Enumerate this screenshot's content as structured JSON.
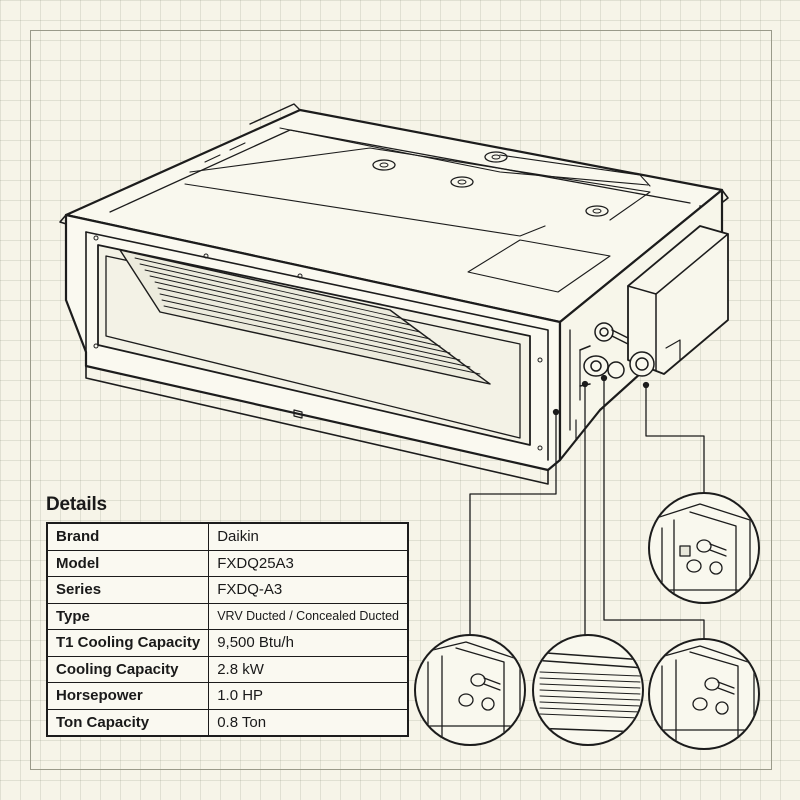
{
  "details": {
    "title": "Details",
    "rows": [
      {
        "key": "Brand",
        "value": "Daikin"
      },
      {
        "key": "Model",
        "value": "FXDQ25A3"
      },
      {
        "key": "Series",
        "value": "FXDQ-A3"
      },
      {
        "key": "Type",
        "value": "VRV Ducted / Concealed Ducted"
      },
      {
        "key": "T1 Cooling Capacity",
        "value": "9,500 Btu/h"
      },
      {
        "key": "Cooling Capacity",
        "value": "2.8 kW"
      },
      {
        "key": "Horsepower",
        "value": "1.0 HP"
      },
      {
        "key": "Ton Capacity",
        "value": "0.8 Ton"
      }
    ]
  },
  "illustration": {
    "main_unit_icon": "ducted-indoor-unit-line-drawing",
    "callouts": [
      {
        "icon": "control-box-detail-icon",
        "target": "refrigerant-pipe-connections"
      },
      {
        "icon": "pipe-connections-detail-icon",
        "target": "refrigerant-pipe-connections"
      },
      {
        "icon": "heat-exchanger-coil-detail-icon",
        "target": "coil-fins"
      },
      {
        "icon": "pipe-connections-detail-icon",
        "target": "refrigerant-pipe-connections"
      }
    ]
  },
  "colors": {
    "background": "#f6f4e8",
    "grid": "#c9cbb8",
    "ink": "#1c1c1c"
  }
}
